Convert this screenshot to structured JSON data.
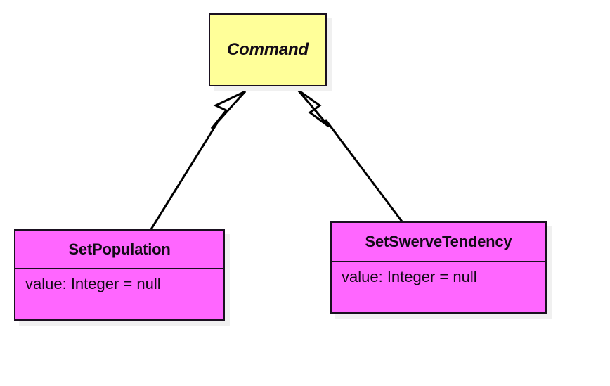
{
  "diagram": {
    "type": "uml-class-diagram",
    "background_color": "#ffffff",
    "shadow_color": "#f0f0f0",
    "line_color": "#000000",
    "nodes": [
      {
        "id": "command",
        "name": "Command",
        "stereotype": "abstract",
        "fill_color": "#ffff99",
        "border_color": "#1a1020",
        "attributes": []
      },
      {
        "id": "setpopulation",
        "name": "SetPopulation",
        "stereotype": "concrete",
        "fill_color": "#ff66ff",
        "border_color": "#1a1020",
        "attributes": [
          "value: Integer = null"
        ]
      },
      {
        "id": "setswervetendency",
        "name": "SetSwerveTendency",
        "stereotype": "concrete",
        "fill_color": "#ff66ff",
        "border_color": "#1a1020",
        "attributes": [
          "value: Integer = null"
        ]
      }
    ],
    "edges": [
      {
        "id": "generalization-setpopulation-command",
        "kind": "generalization",
        "from": "setpopulation",
        "to": "command",
        "arrowhead": "hollow-triangle"
      },
      {
        "id": "generalization-setswervetendency-command",
        "kind": "generalization",
        "from": "setswervetendency",
        "to": "command",
        "arrowhead": "hollow-triangle"
      }
    ]
  }
}
